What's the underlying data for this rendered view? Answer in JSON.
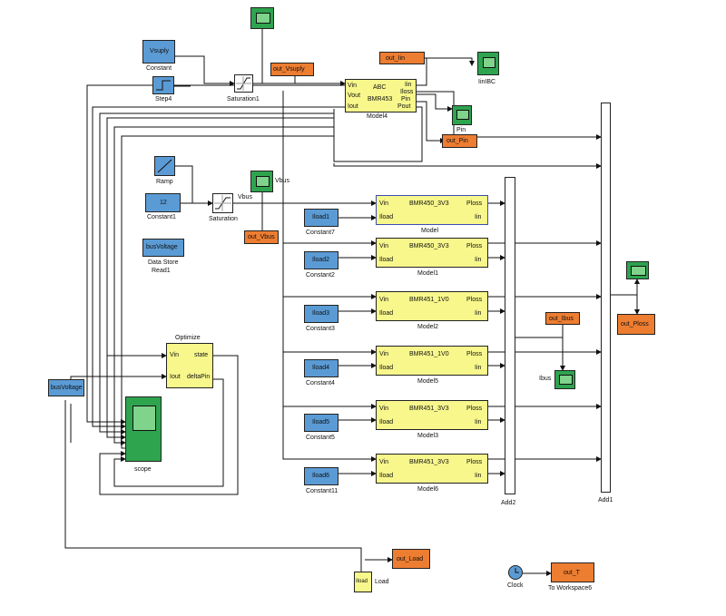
{
  "blocks": {
    "vsuply": {
      "text": "Vsuply",
      "caption": "Constant"
    },
    "step4": {
      "caption": "Step4"
    },
    "saturation1": {
      "caption": "Saturation1"
    },
    "out_vsuply": {
      "text": "out_Vsuply"
    },
    "model4": {
      "name": "ABC",
      "name2": "BMR453",
      "ports_in": [
        "Vin",
        "Vout",
        "Iout"
      ],
      "ports_out": [
        "Iin",
        "Iloss",
        "Pin",
        "Pout"
      ],
      "caption": "Model4"
    },
    "out_iin": {
      "text": "out_Iin"
    },
    "iinibc": {
      "caption": "IinIBC"
    },
    "pin_scope": {
      "caption": "Pin"
    },
    "out_pin": {
      "text": "out_Pin"
    },
    "ramp": {
      "caption": "Ramp"
    },
    "constant1": {
      "text": "12",
      "caption": "Constant1"
    },
    "saturation": {
      "caption": "Saturation",
      "port": "Vbus"
    },
    "vbus_scope": {
      "caption": "Vbus"
    },
    "out_vbus": {
      "text": "out_Vbus"
    },
    "datastore": {
      "text": "busVoltage",
      "caption1": "Data Store",
      "caption2": "Read1"
    },
    "optimize": {
      "title": "Optimize",
      "in1": "Vin",
      "in2": "Iout",
      "out1": "state",
      "out2": "deltaPin"
    },
    "busvoltage": {
      "text": "busVoltage"
    },
    "scope": {
      "caption": "scope"
    },
    "load": {
      "text": "Iload",
      "caption": "Load"
    },
    "out_load": {
      "text": "out_Load"
    },
    "clock": {
      "caption": "Clock"
    },
    "out_t": {
      "text": "out_T",
      "caption": "To Workspace6"
    },
    "add2": {
      "caption": "Add2"
    },
    "add1": {
      "caption": "Add1"
    },
    "out_ibus": {
      "text": "out_Ibus"
    },
    "ibus_scope": {
      "caption": "Ibus"
    },
    "out_ploss": {
      "text": "out_Ploss"
    }
  },
  "models": [
    {
      "const": "Iload1",
      "const_caption": "Constant7",
      "name": "BMR450_3V3",
      "caption": "Model",
      "out1": "Ploss",
      "out2": "Iin"
    },
    {
      "const": "Iload2",
      "const_caption": "Constant2",
      "name": "BMR450_3V3",
      "caption": "Model1",
      "out1": "Ploss",
      "out2": "Iin"
    },
    {
      "const": "Iload3",
      "const_caption": "Constant3",
      "name": "BMR451_1V0",
      "caption": "Model2",
      "out1": "Ploss",
      "out2": "Iin"
    },
    {
      "const": "Iload4",
      "const_caption": "Constant4",
      "name": "BMR451_1V0",
      "caption": "Model5",
      "out1": "Ploss",
      "out2": "Iin"
    },
    {
      "const": "Iload5",
      "const_caption": "Constant5",
      "name": "BMR451_3V3",
      "caption": "Model3",
      "out1": "Ploss",
      "out2": "Iin"
    },
    {
      "const": "Iload6",
      "const_caption": "Constant11",
      "name": "BMR451_3V3",
      "caption": "Model6",
      "out1": "Ploss",
      "out2": "Iin"
    }
  ],
  "model_ports": {
    "in1": "Vin",
    "in2": "Iload"
  }
}
